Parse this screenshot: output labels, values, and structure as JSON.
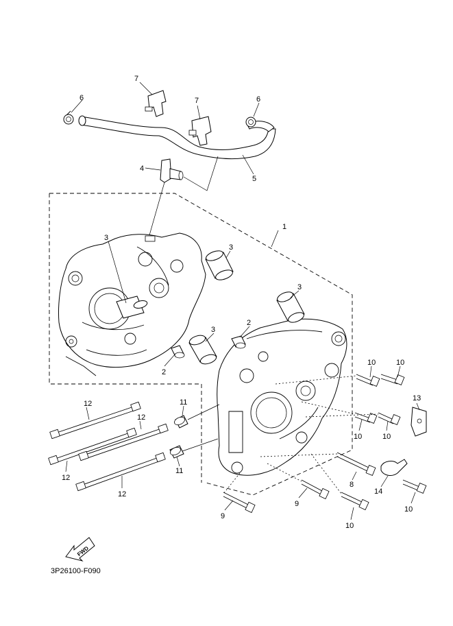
{
  "diagram_code": "3P26100-F090",
  "fwd_label": "FWD",
  "callouts": {
    "c1": "1",
    "c2a": "2",
    "c2b": "2",
    "c3a": "3",
    "c3b": "3",
    "c3c": "3",
    "c3d": "3",
    "c4": "4",
    "c5": "5",
    "c6a": "6",
    "c6b": "6",
    "c7a": "7",
    "c7b": "7",
    "c8": "8",
    "c9a": "9",
    "c9b": "9",
    "c10a": "10",
    "c10b": "10",
    "c10c": "10",
    "c10d": "10",
    "c10e": "10",
    "c10f": "10",
    "c11a": "11",
    "c11b": "11",
    "c12a": "12",
    "c12b": "12",
    "c12c": "12",
    "c12d": "12",
    "c13": "13",
    "c14": "14"
  }
}
